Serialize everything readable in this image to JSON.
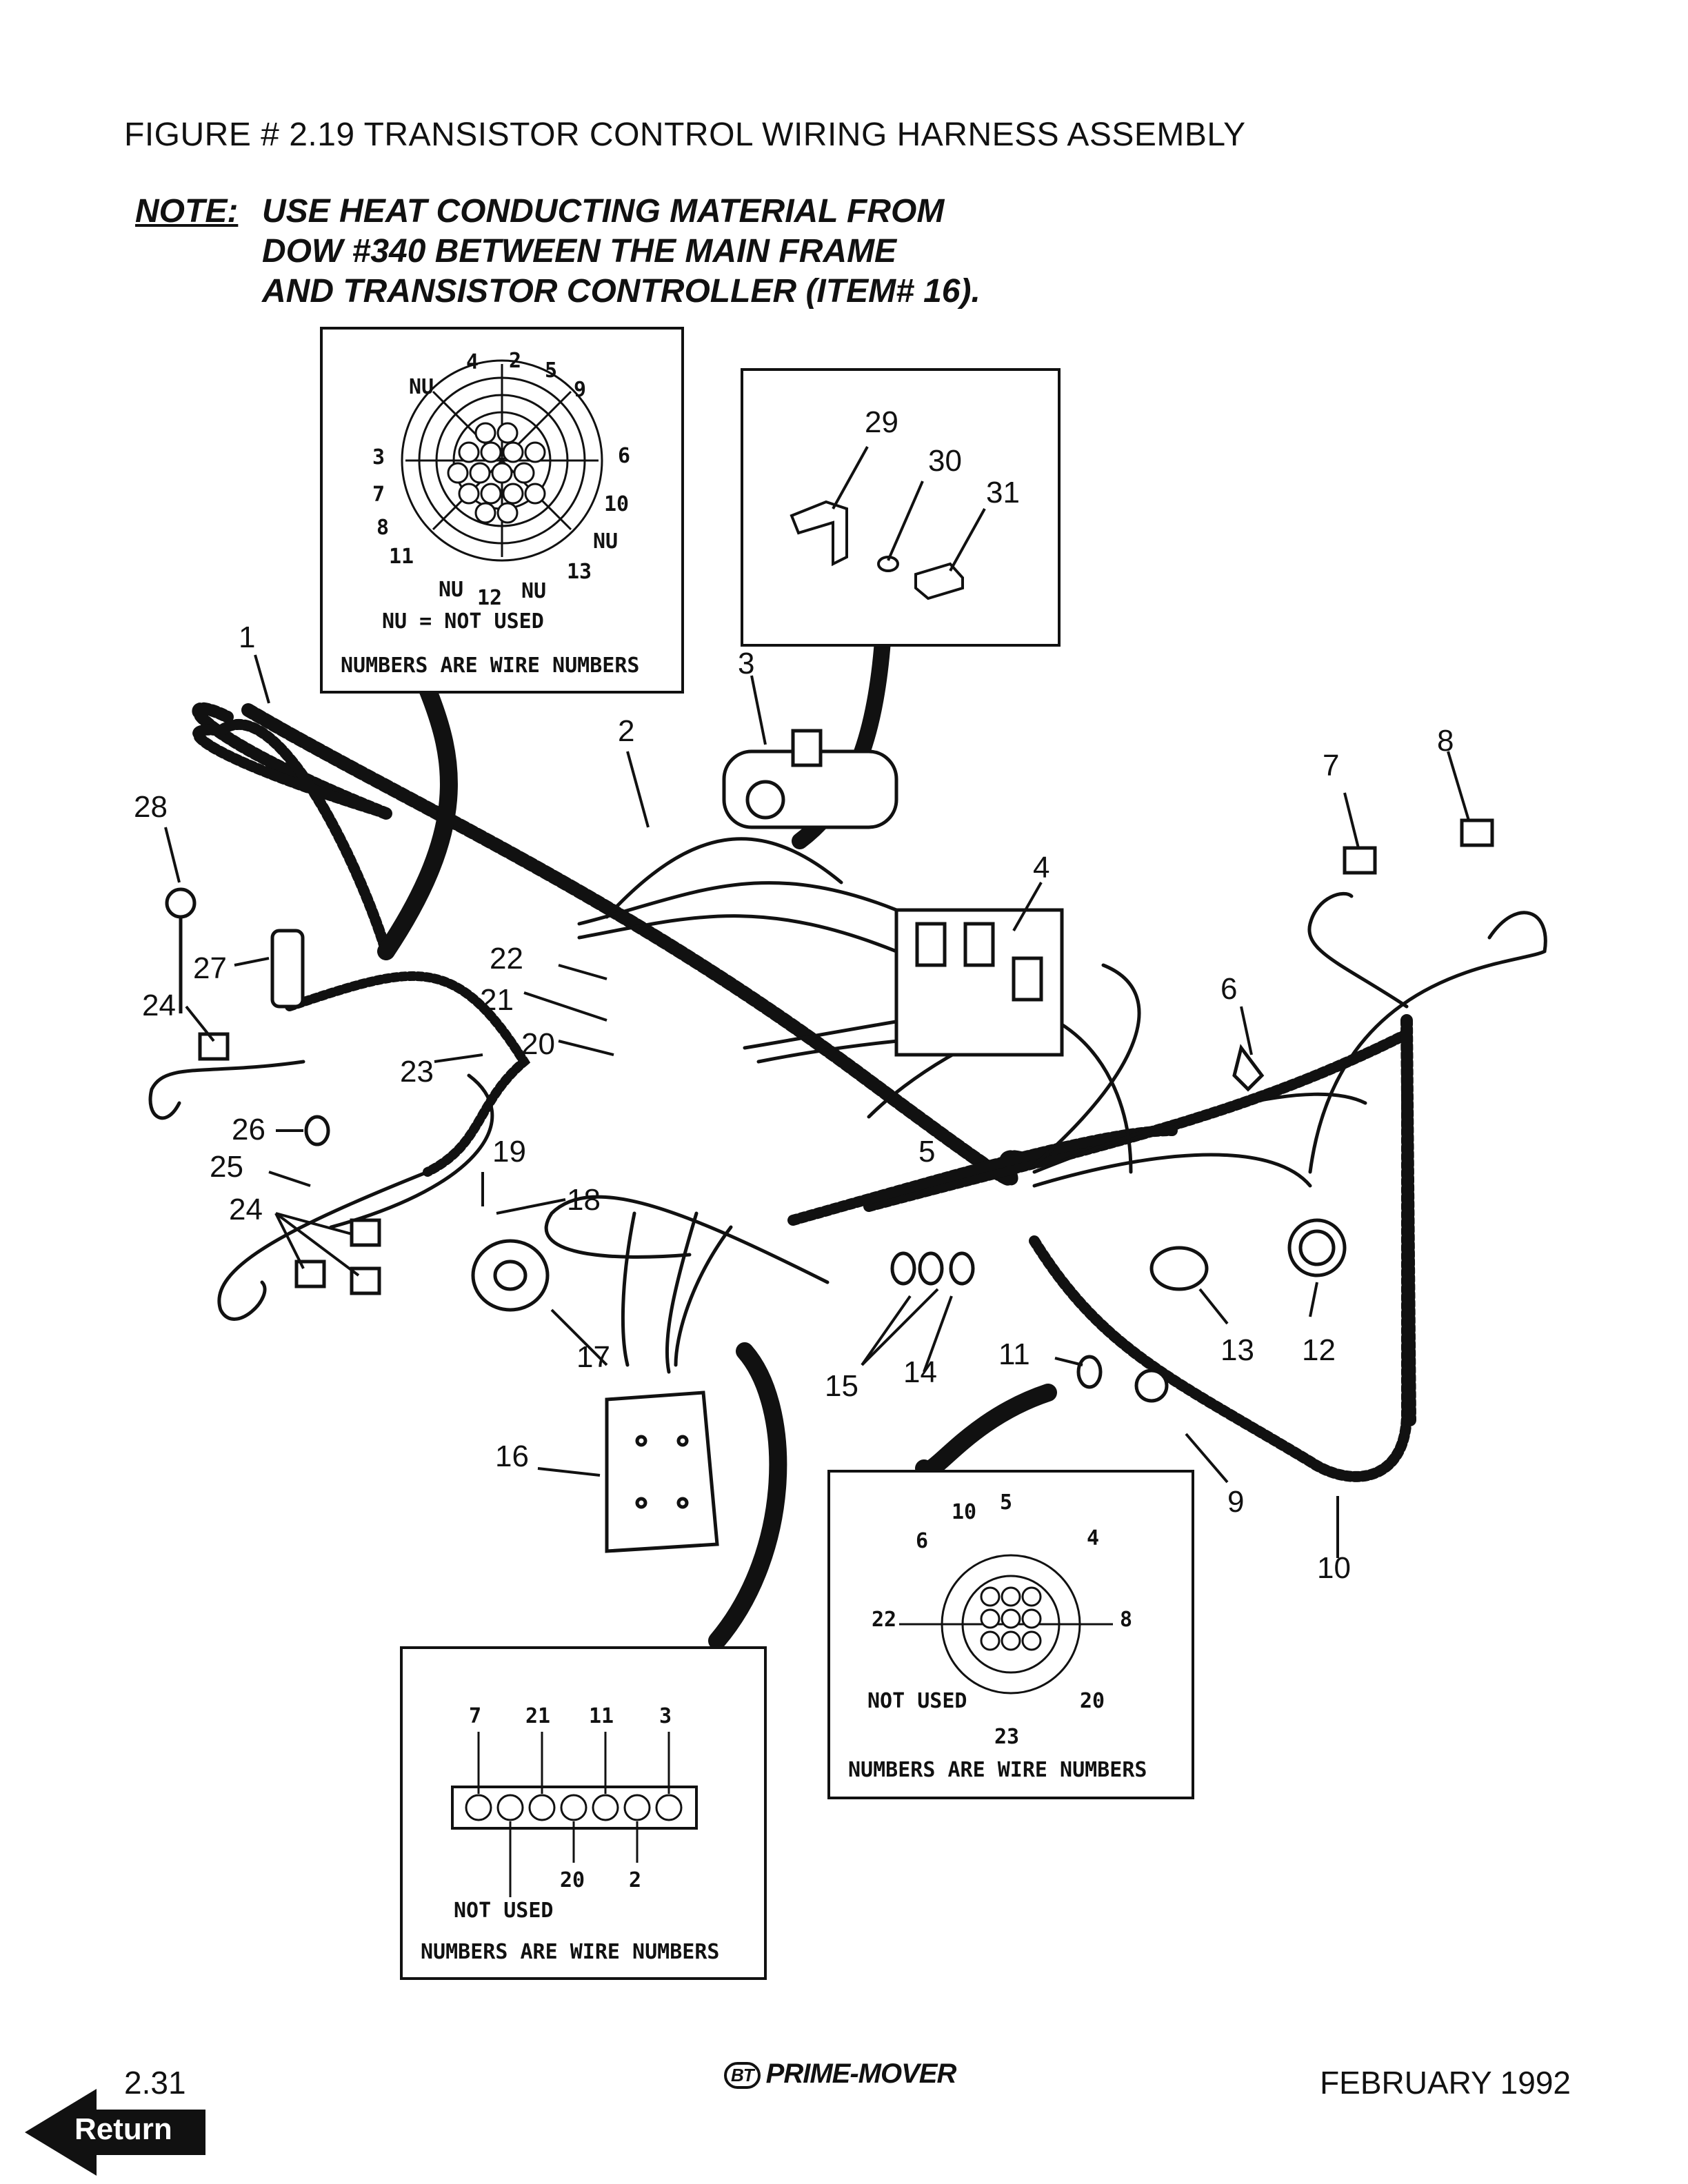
{
  "figure_title": "FIGURE # 2.19  TRANSISTOR CONTROL WIRING HARNESS ASSEMBLY",
  "note": {
    "label": "NOTE:",
    "lines": [
      "USE HEAT CONDUCTING MATERIAL FROM",
      "DOW #340  BETWEEN THE MAIN FRAME",
      "AND TRANSISTOR CONTROLLER (ITEM# 16)."
    ]
  },
  "connector_box_1": {
    "pins": [
      "NU",
      "4",
      "2",
      "5",
      "9",
      "3",
      "6",
      "7",
      "10",
      "8",
      "NU",
      "11",
      "13",
      "NU",
      "12",
      "NU"
    ],
    "legend_nu": "NU = NOT USED",
    "caption": "NUMBERS ARE WIRE NUMBERS"
  },
  "hardware_box": {
    "items": [
      "29",
      "30",
      "31"
    ]
  },
  "connector_box_2": {
    "pins": [
      "10",
      "5",
      "6",
      "4",
      "22",
      "8",
      "NOT USED",
      "20",
      "23"
    ],
    "caption": "NUMBERS ARE WIRE NUMBERS"
  },
  "connector_box_3": {
    "top_wires": [
      "7",
      "21",
      "11",
      "3"
    ],
    "bottom_wires": [
      "20",
      "2"
    ],
    "not_used": "NOT USED",
    "caption": "NUMBERS ARE WIRE NUMBERS"
  },
  "callouts": [
    "1",
    "2",
    "3",
    "4",
    "5",
    "6",
    "7",
    "8",
    "9",
    "10",
    "11",
    "12",
    "13",
    "14",
    "15",
    "16",
    "17",
    "18",
    "19",
    "20",
    "21",
    "22",
    "23",
    "24",
    "24",
    "25",
    "26",
    "27",
    "28"
  ],
  "footer": {
    "page_number": "2.31",
    "brand": "PRIME-MOVER",
    "brand_mark": "BT",
    "date": "FEBRUARY 1992",
    "return_label": "Return"
  }
}
